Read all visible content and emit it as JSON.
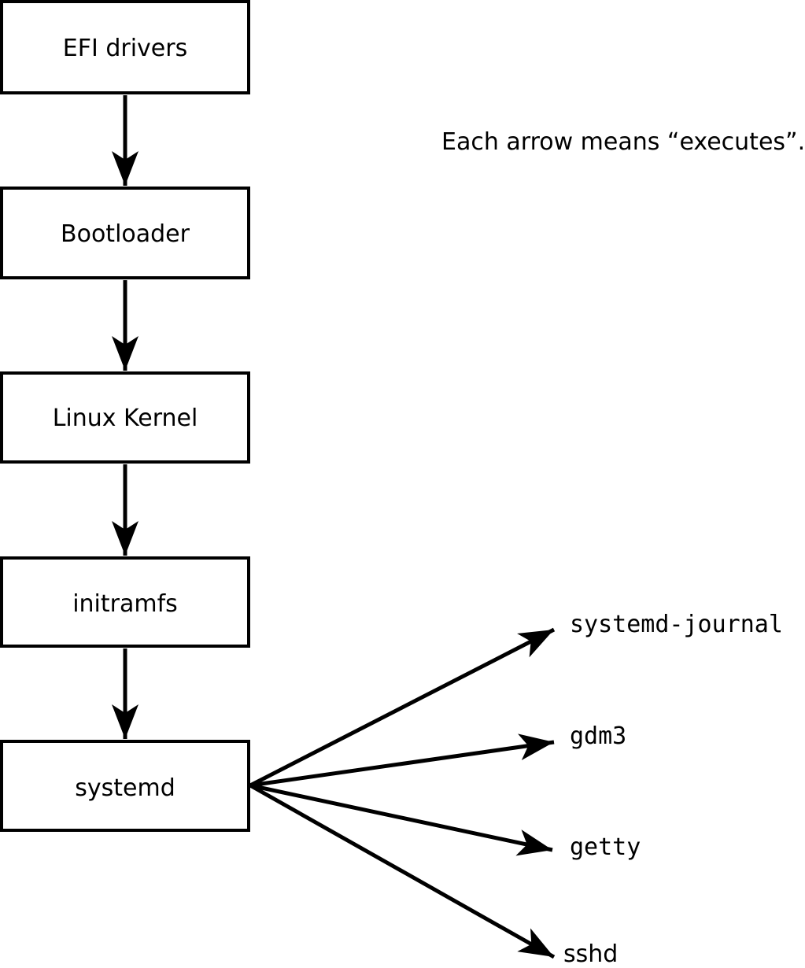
{
  "diagram": {
    "note": "Each arrow means “executes”.",
    "arrow_meaning": "executes",
    "boxes": [
      {
        "label": "EFI drivers"
      },
      {
        "label": "Bootloader"
      },
      {
        "label": "Linux Kernel"
      },
      {
        "label": "initramfs"
      },
      {
        "label": "systemd"
      }
    ],
    "services": [
      {
        "label": "systemd-journal"
      },
      {
        "label": "gdm3"
      },
      {
        "label": "getty"
      },
      {
        "label": "sshd"
      }
    ],
    "colors": {
      "line": "#000000",
      "box_fill": "#ffffff",
      "background": "#ffffff",
      "text": "#000000"
    }
  }
}
